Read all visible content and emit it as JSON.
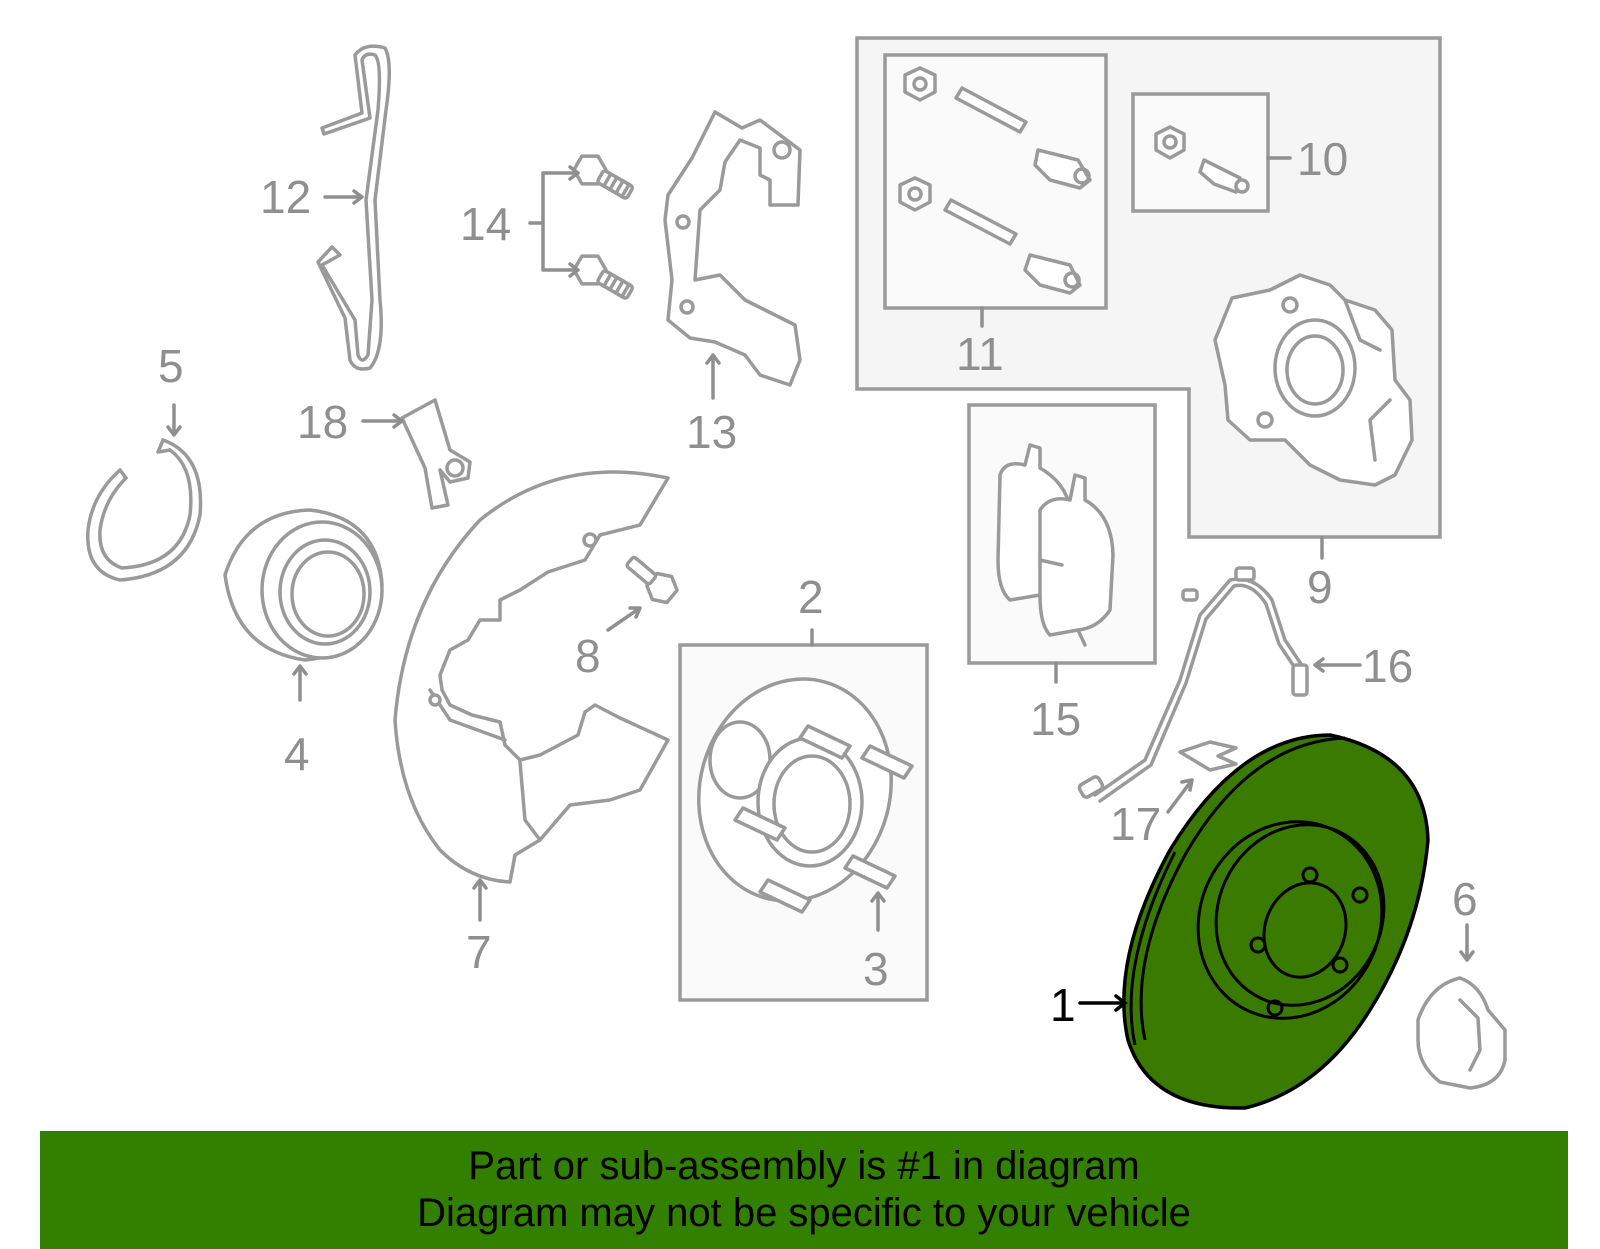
{
  "colors": {
    "highlight": "#3a7a00",
    "banner": "#338000",
    "line": "#9a9a9a",
    "label": "#8f8f8f"
  },
  "labels": {
    "n1": "1",
    "n2": "2",
    "n3": "3",
    "n4": "4",
    "n5": "5",
    "n6": "6",
    "n7": "7",
    "n8": "8",
    "n9": "9",
    "n10": "10",
    "n11": "11",
    "n12": "12",
    "n13": "13",
    "n14": "14",
    "n15": "15",
    "n16": "16",
    "n17": "17",
    "n18": "18"
  },
  "highlighted_part": "1",
  "banner": {
    "line1": "Part or sub-assembly is #1 in diagram",
    "line2": "Diagram may not be specific to your vehicle"
  }
}
